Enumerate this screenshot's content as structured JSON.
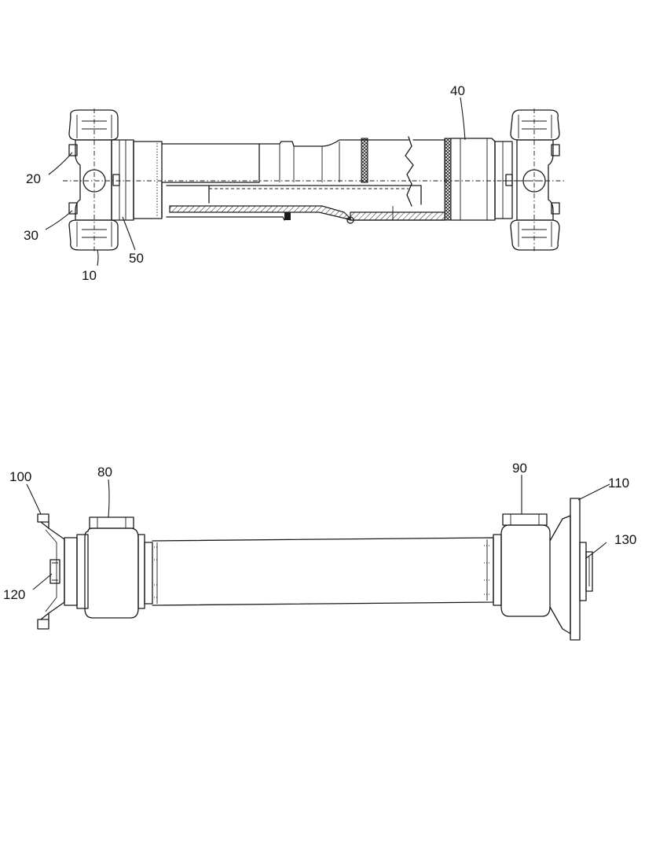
{
  "labels": {
    "l10": "10",
    "l20": "20",
    "l30": "30",
    "l40": "40",
    "l50": "50",
    "l80": "80",
    "l90": "90",
    "l100": "100",
    "l110": "110",
    "l120": "120",
    "l130": "130"
  },
  "colors": {
    "line": "#1a1a1a",
    "background": "#ffffff"
  }
}
